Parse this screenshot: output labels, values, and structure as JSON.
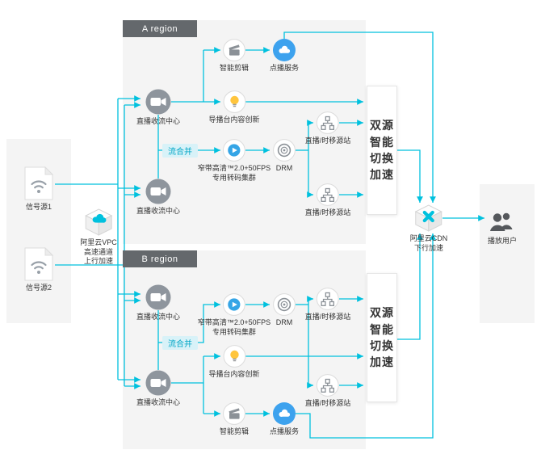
{
  "diagram": {
    "region_a_label": "A region",
    "region_b_label": "B region",
    "nodes": {
      "signal1": "信号源1",
      "signal2": "信号源2",
      "vpc": "阿里云VPC\n高速通道\n上行加速",
      "ingest": "直播收流中心",
      "merge": "流合并",
      "edit": "智能剪辑",
      "vod": "点播服务",
      "director": "导播台内容创新",
      "transcode": "窄带高清™2.0+50FPS\n专用转码集群",
      "drm": "DRM",
      "origin": "直播/时移源站",
      "dual_switch": "双源\n智能\n切换\n加速",
      "cdn": "阿里云CDN\n下行加速",
      "users": "播放用户"
    },
    "colors": {
      "line": "#00C1DE",
      "panel_bg": "#F4F4F4",
      "header_bg": "#64686C",
      "merge_bg": "#D8F2F8",
      "merge_text": "#00A6C6",
      "vod_bg": "#3DA2EE",
      "director_bulb": "#FFC53D",
      "transcode_play": "#35A5E6"
    }
  }
}
